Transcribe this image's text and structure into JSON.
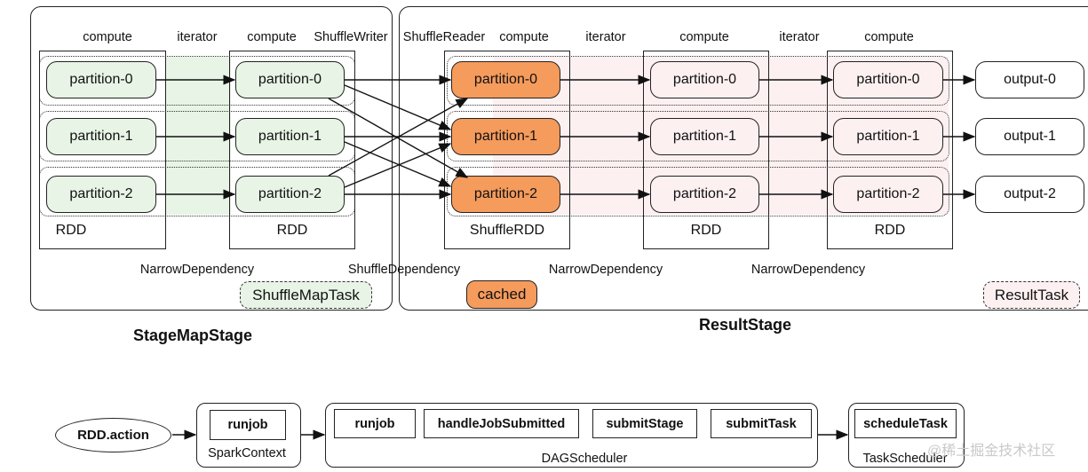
{
  "header_labels": {
    "compute_1": "compute",
    "iterator_1": "iterator",
    "compute_2": "compute",
    "shuffle_writer": "ShuffleWriter",
    "shuffle_reader": "ShuffleReader",
    "compute_3": "compute",
    "iterator_2": "iterator",
    "compute_4": "compute",
    "iterator_3": "iterator",
    "compute_5": "compute"
  },
  "rdd_columns": [
    {
      "label": "RDD",
      "partitions": [
        "partition-0",
        "partition-1",
        "partition-2"
      ]
    },
    {
      "label": "RDD",
      "partitions": [
        "partition-0",
        "partition-1",
        "partition-2"
      ]
    },
    {
      "label": "ShuffleRDD",
      "partitions": [
        "partition-0",
        "partition-1",
        "partition-2"
      ]
    },
    {
      "label": "RDD",
      "partitions": [
        "partition-0",
        "partition-1",
        "partition-2"
      ]
    },
    {
      "label": "RDD",
      "partitions": [
        "partition-0",
        "partition-1",
        "partition-2"
      ]
    }
  ],
  "outputs": [
    "output-0",
    "output-1",
    "output-2"
  ],
  "dependencies": {
    "narrow_1": "NarrowDependency",
    "shuffle": "ShuffleDependency",
    "narrow_2": "NarrowDependency",
    "narrow_3": "NarrowDependency"
  },
  "tasks": {
    "shuffle_map_task": "ShuffleMapTask",
    "cached": "cached",
    "result_task": "ResultTask"
  },
  "stages": {
    "map_stage": "StageMapStage",
    "result_stage": "ResultStage"
  },
  "flow": {
    "rdd_action": "RDD.action",
    "spark_context": {
      "label": "SparkContext",
      "items": [
        "runjob"
      ]
    },
    "dag_scheduler": {
      "label": "DAGScheduler",
      "items": [
        "runjob",
        "handleJobSubmitted",
        "submitStage",
        "submitTask"
      ]
    },
    "task_scheduler": {
      "label": "TaskScheduler",
      "items": [
        "scheduleTask"
      ]
    }
  },
  "watermark": "@稀土掘金技术社区",
  "colors": {
    "green_fill": "#e8f5e6",
    "orange_fill": "#f59b5c",
    "pink_fill": "#fdf0f1"
  }
}
